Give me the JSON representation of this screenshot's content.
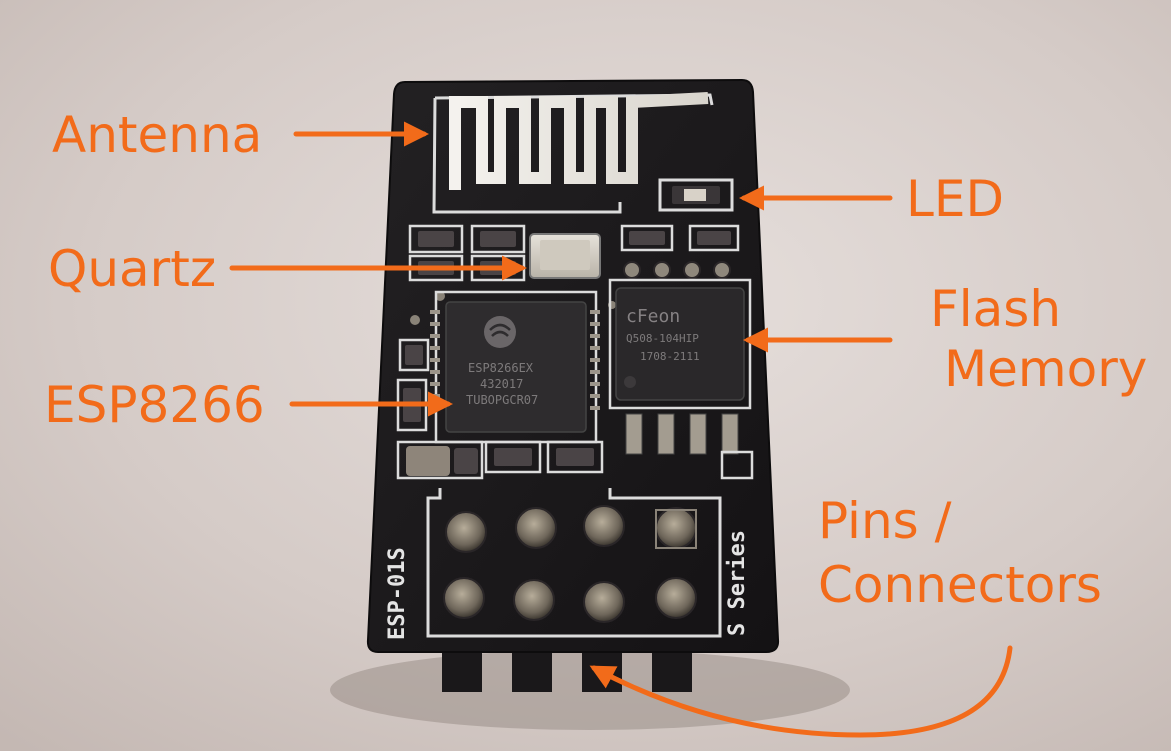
{
  "colors": {
    "accent": "#f26b1a",
    "board": "#1c1a1c",
    "silkscreen": "#e8e8e8",
    "chip": "#2c2a2c",
    "gold": "#bfb7a8",
    "background": "#d9d0cd"
  },
  "labels": {
    "antenna": "Antenna",
    "quartz": "Quartz",
    "esp": "ESP8266",
    "led": "LED",
    "flash_line1": "Flash",
    "flash_line2": "Memory",
    "pins_line1": "Pins /",
    "pins_line2": "Connectors"
  },
  "board_text": {
    "model": "ESP-01S",
    "series": "S Series",
    "esp_chip_line1": "ESP8266EX",
    "esp_chip_line2": "432017",
    "esp_chip_line3": "TUBOPGCR07",
    "flash_chip_line1": "cFeon",
    "flash_chip_line2": "Q508-104HIP",
    "flash_chip_line3": "1708-2111"
  }
}
